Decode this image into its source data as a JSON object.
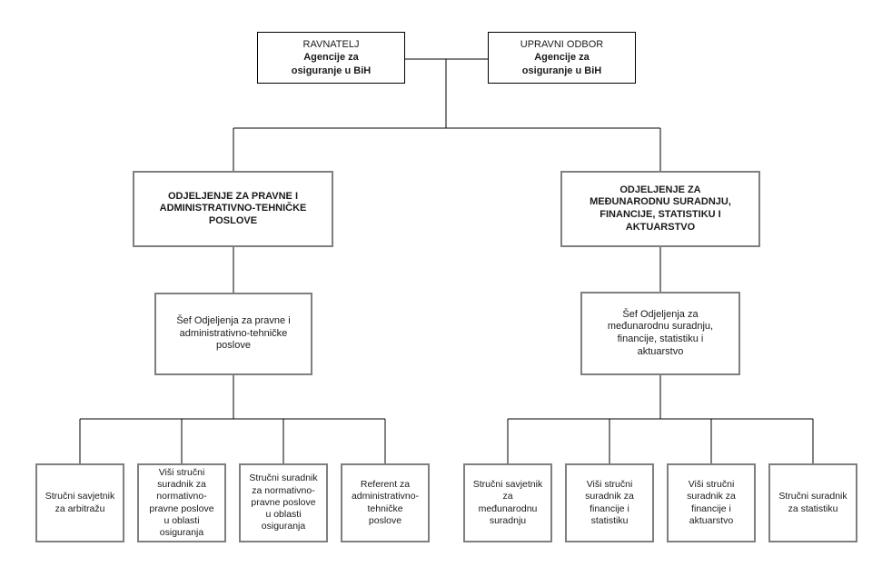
{
  "colors": {
    "background": "#ffffff",
    "connector_line": "#000000",
    "root_box_border": "#000000",
    "node_box_border": "#7f7f7f",
    "text": "#1a1a1a"
  },
  "org_chart": {
    "root_left": {
      "title": "RAVNATELJ",
      "subtitle": "Agencije za\nosiguranje u BiH"
    },
    "root_right": {
      "title": "UPRAVNI ODBOR",
      "subtitle": "Agencije za\nosiguranje u BiH"
    },
    "dept_left": {
      "label": "ODJELJENJE ZA PRAVNE I\nADMINISTRATIVNO-TEHNIČKE\nPOSLOVE"
    },
    "dept_right": {
      "label": "ODJELJENJE ZA\nMEĐUNARODNU SURADNJU,\nFINANCIJE, STATISTIKU I\nAKTUARSTVO"
    },
    "chief_left": {
      "label": "Šef Odjeljenja za pravne i\nadministrativno-tehničke\nposlove"
    },
    "chief_right": {
      "label": "Šef Odjeljenja za\nmeđunarodnu suradnju,\nfinancije, statistiku i\naktuarstvo"
    },
    "staff_left": [
      {
        "label": "Stručni savjetnik\nza arbitražu"
      },
      {
        "label": "Viši stručni\nsuradnik za\nnormativno-\npravne poslove\nu oblasti\nosiguranja"
      },
      {
        "label": "Stručni suradnik\nza normativno-\npravne poslove\nu oblasti\nosiguranja"
      },
      {
        "label": "Referent za\nadministrativno-\ntehničke\nposlove"
      }
    ],
    "staff_right": [
      {
        "label": "Stručni savjetnik\nza\nmeđunarodnu\nsuradnju"
      },
      {
        "label": "Viši stručni\nsuradnik za\nfinancije i\nstatistiku"
      },
      {
        "label": "Viši stručni\nsuradnik za\nfinancije i\naktuarstvo"
      },
      {
        "label": "Stručni suradnik\nza statistiku"
      }
    ]
  }
}
